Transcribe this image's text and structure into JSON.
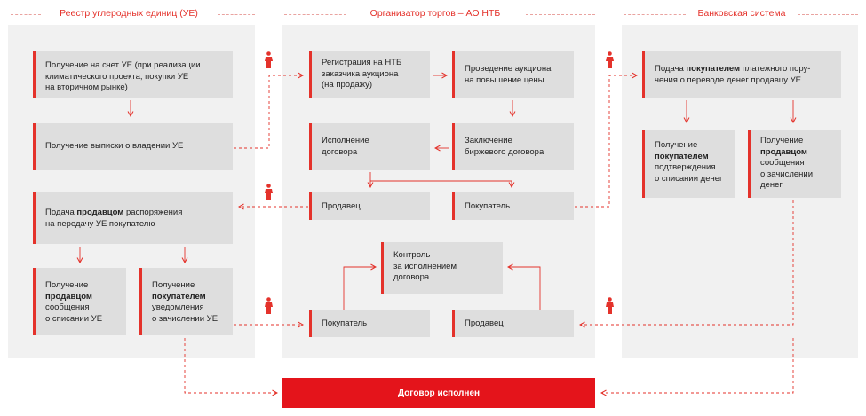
{
  "columns": {
    "registry": "Реестр углеродных единиц (УЕ)",
    "organizer": "Организатор торгов – АО НТБ",
    "bank": "Банковская система"
  },
  "registry": {
    "receive_account": "Получение на счет УЕ (при реализации\nклиматического проекта, покупки УЕ\nна вторичном рынке)",
    "statement": "Получение выписки о владении УЕ",
    "seller_order": {
      "pre": "Подача ",
      "bold": "продавцом",
      "post": " распоряжения\nна передачу УЕ покупателю"
    },
    "seller_msg": {
      "pre": "Получение\n",
      "bold": "продавцом",
      "post": "\nсообщения\nо списании УЕ"
    },
    "buyer_notice": {
      "pre": "Получение\n",
      "bold": "покупателем",
      "post": "\nуведомления\nо зачислении УЕ"
    }
  },
  "organizer": {
    "registration": "Регистрация на НТБ\nзаказчика аукциона\n(на продажу)",
    "auction": "Проведение аукциона\nна повышение цены",
    "execution": "Исполнение\nдоговора",
    "conclusion": "Заключение\nбиржевого договора",
    "seller_top": "Продавец",
    "buyer_top": "Покупатель",
    "control": "Контроль\nза исполнением\nдоговора",
    "buyer_bottom": "Покупатель",
    "seller_bottom": "Продавец"
  },
  "bank": {
    "payment_order": {
      "pre": "Подача ",
      "bold": "покупателем",
      "post": " платежного пору-\nчения о переводе денег продавцу УЕ"
    },
    "buyer_confirm": {
      "pre": "Получение\n",
      "bold": "покупателем",
      "post": "\nподтверждения\nо списании денег"
    },
    "seller_msg": {
      "pre": "Получение\n",
      "bold": "продавцом",
      "post": "\nсообщения\nо зачислении\nденег"
    }
  },
  "final": "Договор исполнен",
  "colors": {
    "accent": "#e4322b",
    "box": "#dedede",
    "panel": "#f1f1f1",
    "final": "#e4141b"
  },
  "icons": [
    "person-icon"
  ]
}
